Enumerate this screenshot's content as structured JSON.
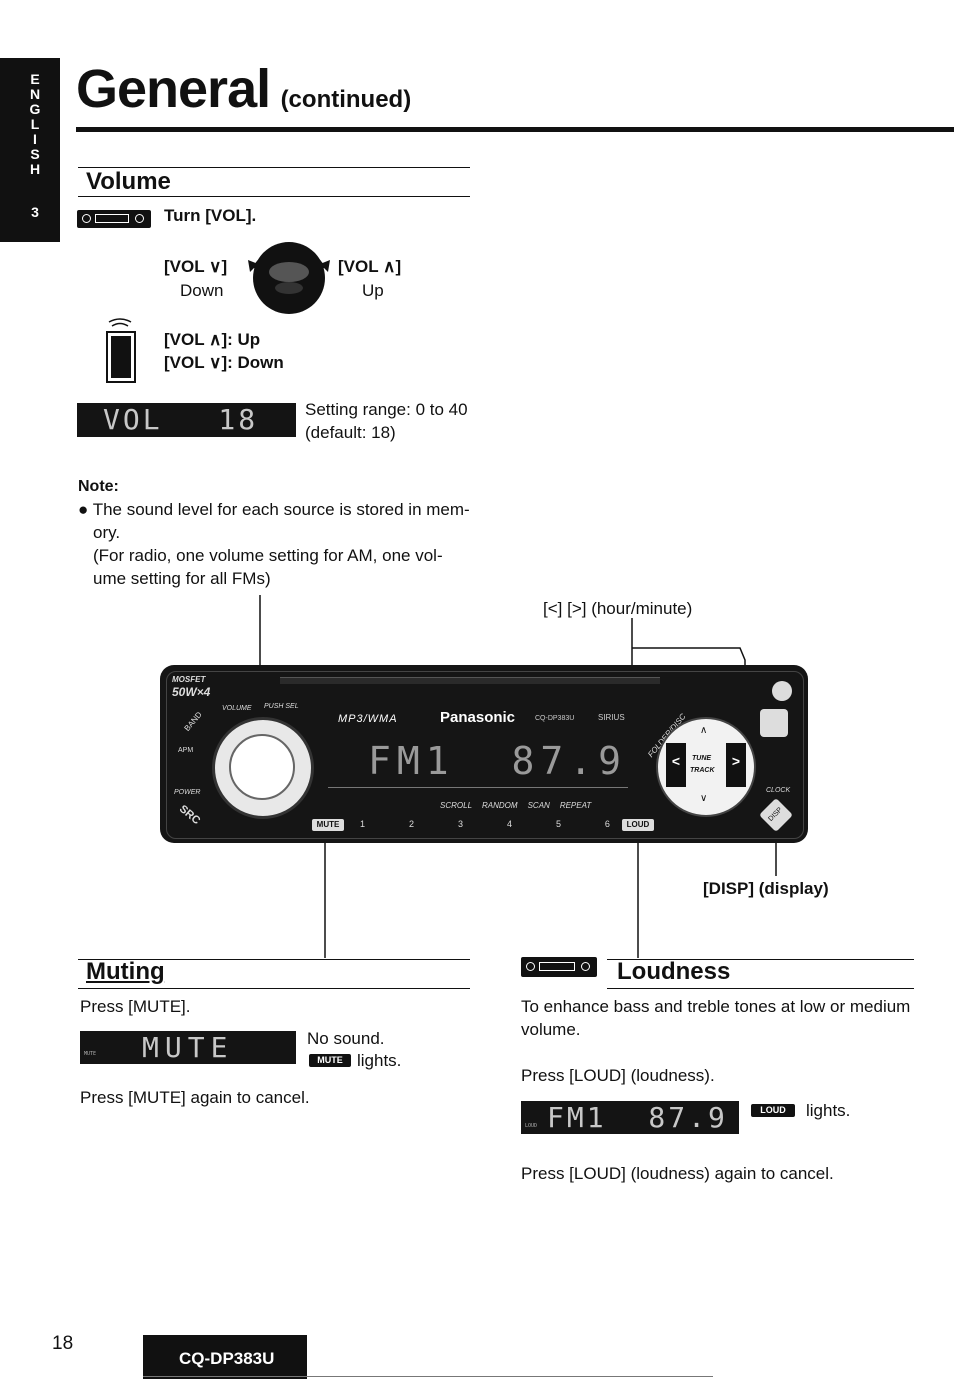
{
  "sidebar": {
    "letters": [
      "E",
      "N",
      "G",
      "L",
      "I",
      "S",
      "H"
    ],
    "number": "3"
  },
  "header": {
    "title": "General",
    "subtitle": "(continued)"
  },
  "volume": {
    "heading": "Volume",
    "instruction": "Turn [VOL].",
    "vol_down_label": "[VOL ∨]",
    "vol_down_desc": "Down",
    "vol_up_label": "[VOL ∧]",
    "vol_up_desc": "Up",
    "remote_up": "[VOL ∧]: Up",
    "remote_down": "[VOL ∨]: Down",
    "display_text": "VOL 18",
    "setting_range": "Setting range: 0 to 40",
    "default_value": "(default: 18)"
  },
  "note": {
    "heading": "Note:",
    "line1": "The sound level for each source is stored in mem-",
    "line2": "ory.",
    "line3": "(For radio, one volume setting for AM, one vol-",
    "line4": "ume setting for all FMs)"
  },
  "device": {
    "callout_hour_minute": "[<] [>] (hour/minute)",
    "callout_disp": "[DISP] (display)",
    "brand": "Panasonic",
    "model_small": "CQ-DP383U",
    "mp3_label": "MP3/WMA",
    "mosfet": "MOSFET",
    "power_rating": "50W×4",
    "sirius": "SIRIUS",
    "display": "FM1 87.9",
    "buttons": [
      "SCROLL",
      "RANDOM",
      "SCAN",
      "REPEAT"
    ],
    "presets": [
      "1",
      "2",
      "3",
      "4",
      "5",
      "6"
    ],
    "mute_btn": "MUTE",
    "loud_btn": "LOUD",
    "tune": "TUNE",
    "track": "TRACK",
    "folder_disc": "FOLDER/DISC",
    "clock": "CLOCK",
    "disp": "DISP",
    "power": "POWER",
    "src": "SRC",
    "band": "BAND",
    "apm": "APM",
    "volume_label": "VOLUME",
    "push": "PUSH SEL"
  },
  "muting": {
    "heading": "Muting",
    "press": "Press [MUTE].",
    "display_text": "MUTE",
    "display_small": "MUTE",
    "no_sound": "No sound.",
    "lights_chip": "MUTE",
    "lights": "lights.",
    "cancel": "Press [MUTE] again to cancel."
  },
  "loudness": {
    "heading": "Loudness",
    "description_line1": "To enhance bass and treble tones at low or medium",
    "description_line2": "volume.",
    "press": "Press [LOUD] (loudness).",
    "display_text": "FM1 87.9",
    "display_small": "LOUD",
    "lights_chip": "LOUD",
    "lights": "lights.",
    "cancel": "Press [LOUD] (loudness) again to cancel."
  },
  "footer": {
    "page_number": "18",
    "model": "CQ-DP383U"
  }
}
